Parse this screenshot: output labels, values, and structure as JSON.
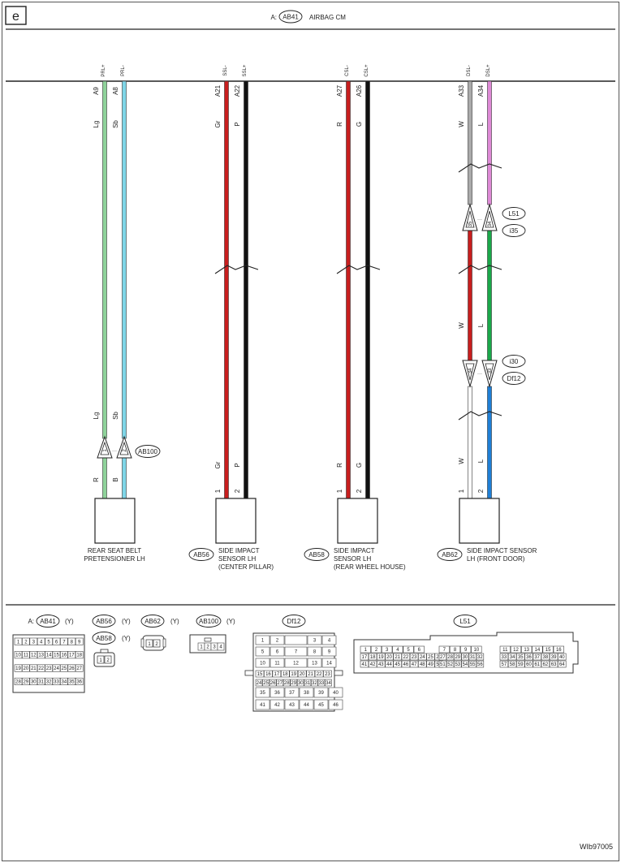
{
  "page": {
    "section_letter": "e",
    "header_prefix": "A:",
    "header_connector": "AB41",
    "header_title": "AIRBAG CM",
    "drawing_code": "WIb97005"
  },
  "colors": {
    "Lg": "#8fd39a",
    "Sb": "#7fd6e8",
    "Gr": "#aaaaaa",
    "P": "#de8ad6",
    "R": "#c81e1e",
    "G": "#1aa84a",
    "W": "#ffffff",
    "L": "#1f7fd6",
    "B": "#111111"
  },
  "circuits": [
    {
      "signals": [
        "PRL+",
        "PRL-"
      ],
      "pins": [
        "A9",
        "A8"
      ],
      "codes": [
        "Lg",
        "Sb"
      ],
      "mid_codes": [
        "Lg",
        "Sb"
      ],
      "join_connector": "AB100",
      "join_pins": [
        "1",
        "2"
      ],
      "low_codes": [
        "R",
        "B"
      ],
      "device_connector": "",
      "device_pins": [
        "",
        ""
      ],
      "device_label": [
        "REAR SEAT BELT",
        "PRETENSIONER LH"
      ]
    },
    {
      "signals": [
        "SSL-",
        "SSL+"
      ],
      "pins": [
        "A21",
        "A22"
      ],
      "codes": [
        "Gr",
        "P"
      ],
      "low_codes": [
        "Gr",
        "P"
      ],
      "device_connector": "AB56",
      "device_pins": [
        "1",
        "2"
      ],
      "device_label": [
        "SIDE IMPACT",
        "SENSOR LH",
        "(CENTER PILLAR)"
      ]
    },
    {
      "signals": [
        "CSL-",
        "CSL+"
      ],
      "pins": [
        "A27",
        "A26"
      ],
      "codes": [
        "R",
        "G"
      ],
      "low_codes": [
        "R",
        "G"
      ],
      "device_connector": "AB58",
      "device_pins": [
        "1",
        "2"
      ],
      "device_label": [
        "SIDE IMPACT",
        "SENSOR LH",
        "(REAR WHEEL HOUSE)"
      ]
    },
    {
      "signals": [
        "DSL-",
        "DSL+"
      ],
      "pins": [
        "A33",
        "A34"
      ],
      "codes": [
        "W",
        "L"
      ],
      "mid_codes": [
        "W",
        "L"
      ],
      "low_codes": [
        "W",
        "L"
      ],
      "join1_connectors": [
        "L51",
        "i35"
      ],
      "join1_pins": [
        "35",
        "34"
      ],
      "join2_connectors": [
        "i30",
        "Df12"
      ],
      "join2_pins": [
        "34",
        "33"
      ],
      "device_connector": "AB62",
      "device_pins": [
        "1",
        "2"
      ],
      "device_label": [
        "SIDE IMPACT SENSOR",
        "LH (FRONT DOOR)"
      ]
    }
  ],
  "connector_views": {
    "ab41": {
      "prefix": "A:",
      "name": "AB41",
      "color": "(Y)",
      "rows": [
        [
          "1",
          "2",
          "3",
          "4",
          "5",
          "6",
          "7",
          "8",
          "9"
        ],
        [
          "10",
          "11",
          "12",
          "13",
          "14",
          "15",
          "16",
          "17",
          "18"
        ],
        [
          "19",
          "20",
          "21",
          "22",
          "23",
          "24",
          "25",
          "26",
          "27"
        ],
        [
          "28",
          "29",
          "30",
          "31",
          "32",
          "33",
          "34",
          "35",
          "36"
        ]
      ]
    },
    "ab56": {
      "name": "AB56",
      "color": "(Y)"
    },
    "ab58": {
      "name": "AB58",
      "color": "(Y)",
      "pins": [
        "1",
        "2"
      ]
    },
    "ab62": {
      "name": "AB62",
      "color": "(Y)",
      "pins": [
        "1",
        "2"
      ]
    },
    "ab100": {
      "name": "AB100",
      "color": "(Y)",
      "pins": [
        "1",
        "2",
        "3",
        "4"
      ]
    },
    "df12": {
      "name": "Df12",
      "rows": [
        [
          "1",
          "2",
          "",
          "3",
          "4"
        ],
        [
          "5",
          "6",
          "7",
          "8",
          "9"
        ],
        [
          "10",
          "11",
          "12",
          "13",
          "14"
        ],
        [
          "15",
          "16",
          "17",
          "18",
          "19",
          "20",
          "21",
          "22",
          "23"
        ],
        [
          "24",
          "25",
          "26",
          "27",
          "28",
          "29",
          "30",
          "31",
          "32",
          "33",
          "34"
        ],
        [
          "35",
          "36",
          "37",
          "38",
          "39",
          "40"
        ],
        [
          "41",
          "42",
          "43",
          "44",
          "45",
          "46"
        ]
      ]
    },
    "l51": {
      "name": "L51",
      "rows": [
        [
          "1",
          "2",
          "3",
          "4",
          "5",
          "6",
          "7",
          "8",
          "9",
          "10",
          "11",
          "12",
          "13",
          "14",
          "15",
          "16"
        ],
        [
          "17",
          "18",
          "19",
          "20",
          "21",
          "22",
          "23",
          "24",
          "25",
          "26",
          "27",
          "28",
          "29",
          "30",
          "31",
          "32",
          "33",
          "34",
          "35",
          "36",
          "37",
          "38",
          "39",
          "40"
        ],
        [
          "41",
          "42",
          "43",
          "44",
          "45",
          "46",
          "47",
          "48",
          "49",
          "50",
          "51",
          "52",
          "53",
          "54",
          "55",
          "56",
          "57",
          "58",
          "59",
          "60",
          "61",
          "62",
          "63",
          "64"
        ]
      ]
    }
  }
}
